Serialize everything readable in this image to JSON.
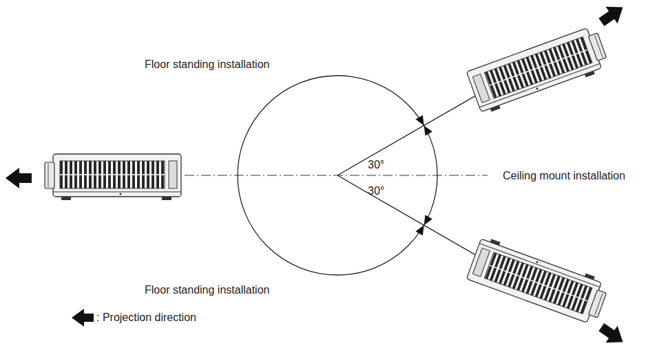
{
  "diagram": {
    "labels": [
      "Floor standing installation",
      "30°",
      "30°",
      "Ceiling mount installation",
      "Floor standing installation"
    ],
    "legend": [
      {
        "text": ": Projection direction"
      }
    ]
  }
}
